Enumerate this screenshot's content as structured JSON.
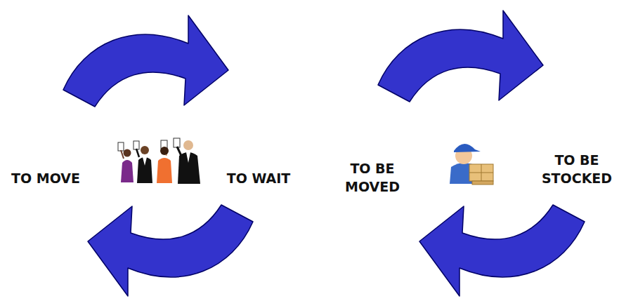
{
  "diagram": {
    "labels": [
      "TO MOVE",
      "TO WAIT",
      "TO BE MOVED",
      "TO BE STOCKED"
    ]
  }
}
